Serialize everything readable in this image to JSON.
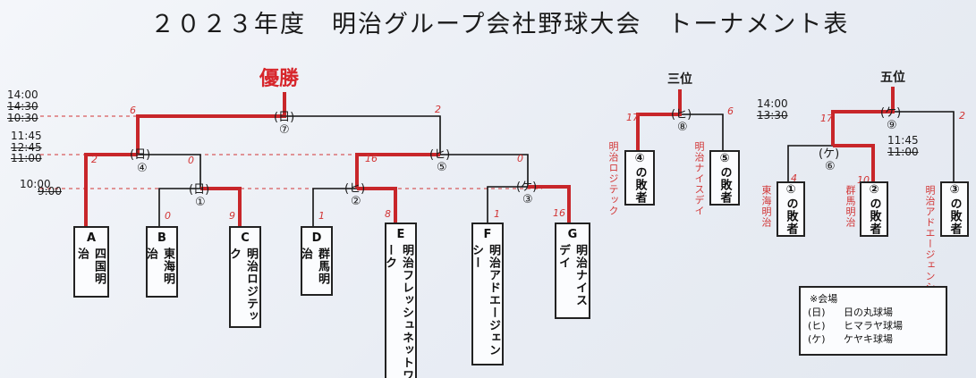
{
  "title": "２０２３年度　明治グループ会社野球大会　トーナメント表",
  "champion_label": "優勝",
  "third_place_label": "三位",
  "fifth_place_label": "五位",
  "times": {
    "final": "14:00",
    "final_old_1": "14:30",
    "final_old_2": "10:30",
    "r2": "11:45",
    "r2_old_1": "12:45",
    "r2_old_2": "11:00",
    "r1": "10:00",
    "r1_old": "9:00",
    "third": "14:00",
    "third_old": "13:30",
    "fifth": "11:45",
    "fifth_old": "11:00"
  },
  "matches": [
    {
      "venue": "(日)",
      "number": "①"
    },
    {
      "venue": "(ヒ)",
      "number": "②"
    },
    {
      "venue": "(ケ)",
      "number": "③"
    },
    {
      "venue": "(日)",
      "number": "④"
    },
    {
      "venue": "(ヒ)",
      "number": "⑤"
    },
    {
      "venue": "(ケ)",
      "number": "⑥"
    },
    {
      "venue": "(日)",
      "number": "⑦"
    },
    {
      "venue": "(ヒ)",
      "number": "⑧"
    },
    {
      "venue": "(ケ)",
      "number": "⑨"
    }
  ],
  "teams": [
    {
      "letter": "A",
      "name": "四国明治"
    },
    {
      "letter": "B",
      "name": "東海明治"
    },
    {
      "letter": "C",
      "name": "明治ロジテック"
    },
    {
      "letter": "D",
      "name": "群馬明治"
    },
    {
      "letter": "E",
      "name": "明治フレッシュネットワーク"
    },
    {
      "letter": "F",
      "name": "明治アドエージェンシー"
    },
    {
      "letter": "G",
      "name": "明治ナイスデイ"
    }
  ],
  "consolation_boxes": [
    "④の敗者",
    "⑤の敗者",
    "①の敗者",
    "②の敗者",
    "③の敗者"
  ],
  "scores": {
    "m1_left": "0",
    "m1_right": "9",
    "m2_left": "1",
    "m2_right": "8",
    "m3_left": "1",
    "m3_right": "16",
    "m4_left": "2",
    "m4_right": "0",
    "m5_left": "16",
    "m5_right": "0",
    "m7_left": "6",
    "m7_right": "2",
    "m8_left": "17",
    "m8_right": "6",
    "m6_left": "4",
    "m6_right": "10",
    "m9_left": "17",
    "m9_right": "2"
  },
  "handwritten_names": {
    "m8_left": "明治ロジテック",
    "m8_right": "明治ナイスデイ",
    "m6_left": "東海明治",
    "m6_right": "群馬明治",
    "m9_right": "明治アドエージェンシー"
  },
  "legend": {
    "title": "※会場",
    "rows": [
      {
        "abbr": "(日)",
        "name": "日の丸球場"
      },
      {
        "abbr": "(ヒ)",
        "name": "ヒマラヤ球場"
      },
      {
        "abbr": "(ケ)",
        "name": "ケヤキ球場"
      }
    ]
  },
  "colors": {
    "winner_line": "#c8262a",
    "time_line": "#d23535",
    "ink": "#111111"
  }
}
